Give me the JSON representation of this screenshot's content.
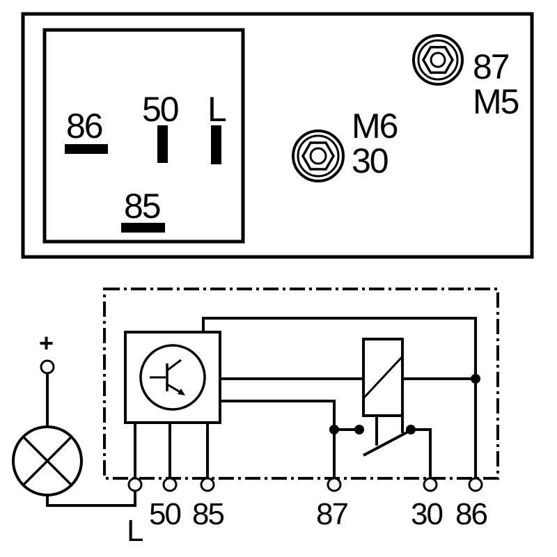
{
  "housing": {
    "pin_86": "86",
    "pin_50": "50",
    "pin_L": "L",
    "pin_85": "85",
    "stud_87": "87",
    "stud_87_thread": "M5",
    "stud_30_thread": "M6",
    "stud_30": "30"
  },
  "schematic": {
    "supply_plus": "+",
    "term_L": "L",
    "term_50": "50",
    "term_85": "85",
    "term_87": "87",
    "term_30": "30",
    "term_86": "86"
  },
  "colors": {
    "line": "#000000",
    "background": "#ffffff"
  }
}
